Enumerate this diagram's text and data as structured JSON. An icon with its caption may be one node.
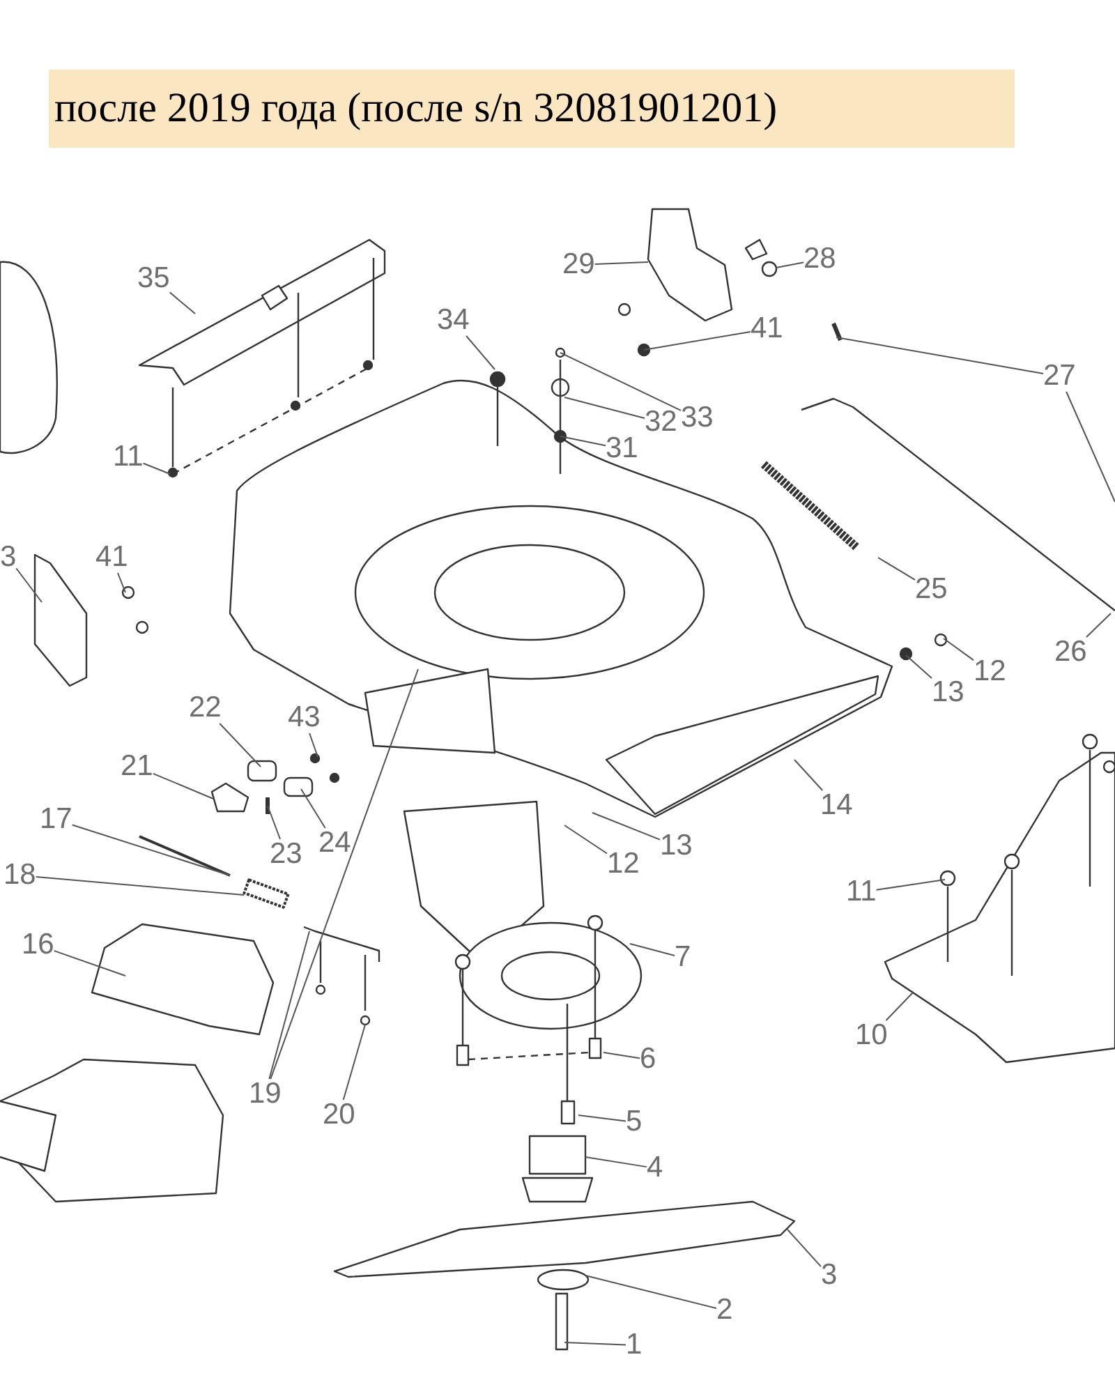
{
  "diagram": {
    "title": "после 2019 года (после s/n 32081901201)",
    "nodes": [
      {
        "text": [
          "35"
        ]
      },
      {
        "text": [
          "29"
        ]
      },
      {
        "text": [
          "28"
        ]
      },
      {
        "text": [
          "34"
        ]
      },
      {
        "text": [
          "41"
        ]
      },
      {
        "text": [
          "27"
        ]
      },
      {
        "text": [
          "33"
        ]
      },
      {
        "text": [
          "32"
        ]
      },
      {
        "text": [
          "11"
        ]
      },
      {
        "text": [
          "31"
        ]
      },
      {
        "text": [
          "3"
        ]
      },
      {
        "text": [
          "41"
        ]
      },
      {
        "text": [
          "25"
        ]
      },
      {
        "text": [
          "26"
        ]
      },
      {
        "text": [
          "12"
        ]
      },
      {
        "text": [
          "13"
        ]
      },
      {
        "text": [
          "22"
        ]
      },
      {
        "text": [
          "43"
        ]
      },
      {
        "text": [
          "21"
        ]
      },
      {
        "text": [
          "14"
        ]
      },
      {
        "text": [
          "17"
        ]
      },
      {
        "text": [
          "24"
        ]
      },
      {
        "text": [
          "13"
        ]
      },
      {
        "text": [
          "23"
        ]
      },
      {
        "text": [
          "12"
        ]
      },
      {
        "text": [
          "18"
        ]
      },
      {
        "text": [
          "11"
        ]
      },
      {
        "text": [
          "16"
        ]
      },
      {
        "text": [
          "7"
        ]
      },
      {
        "text": [
          "10"
        ]
      },
      {
        "text": [
          "6"
        ]
      },
      {
        "text": [
          "19"
        ]
      },
      {
        "text": [
          "20"
        ]
      },
      {
        "text": [
          "5"
        ]
      },
      {
        "text": [
          "4"
        ]
      },
      {
        "text": [
          "3"
        ]
      },
      {
        "text": [
          "2"
        ]
      },
      {
        "text": [
          "1"
        ]
      }
    ],
    "edges": [
      {
        "from": 0,
        "to": null,
        "arrow": "none"
      },
      {
        "from": 1,
        "to": null,
        "arrow": "none"
      },
      {
        "from": 2,
        "to": null,
        "arrow": "none"
      },
      {
        "from": 3,
        "to": null,
        "arrow": "none"
      },
      {
        "from": 4,
        "to": null,
        "arrow": "none"
      },
      {
        "from": 5,
        "to": null,
        "arrow": "none"
      },
      {
        "from": 5,
        "to": null,
        "arrow": "none"
      },
      {
        "from": 6,
        "to": null,
        "arrow": "none"
      },
      {
        "from": 7,
        "to": null,
        "arrow": "none"
      },
      {
        "from": 8,
        "to": null,
        "arrow": "none"
      },
      {
        "from": 9,
        "to": null,
        "arrow": "none"
      },
      {
        "from": 10,
        "to": null,
        "arrow": "none"
      },
      {
        "from": 11,
        "to": null,
        "arrow": "none"
      },
      {
        "from": 12,
        "to": null,
        "arrow": "none"
      },
      {
        "from": 13,
        "to": null,
        "arrow": "none"
      },
      {
        "from": 14,
        "to": null,
        "arrow": "none"
      },
      {
        "from": 15,
        "to": null,
        "arrow": "none"
      },
      {
        "from": 16,
        "to": null,
        "arrow": "none"
      },
      {
        "from": 17,
        "to": null,
        "arrow": "none"
      },
      {
        "from": 18,
        "to": null,
        "arrow": "none"
      },
      {
        "from": 19,
        "to": null,
        "arrow": "none"
      },
      {
        "from": 20,
        "to": null,
        "arrow": "none"
      },
      {
        "from": 21,
        "to": null,
        "arrow": "none"
      },
      {
        "from": 22,
        "to": null,
        "arrow": "none"
      },
      {
        "from": 23,
        "to": null,
        "arrow": "none"
      },
      {
        "from": 24,
        "to": null,
        "arrow": "none"
      },
      {
        "from": 25,
        "to": null,
        "arrow": "none"
      },
      {
        "from": 26,
        "to": null,
        "arrow": "none"
      },
      {
        "from": 27,
        "to": null,
        "arrow": "none"
      },
      {
        "from": 28,
        "to": null,
        "arrow": "none"
      },
      {
        "from": 29,
        "to": null,
        "arrow": "none"
      },
      {
        "from": 30,
        "to": null,
        "arrow": "none"
      },
      {
        "from": 31,
        "to": null,
        "arrow": "none"
      },
      {
        "from": 31,
        "to": null,
        "arrow": "none"
      },
      {
        "from": 32,
        "to": null,
        "arrow": "none"
      },
      {
        "from": 33,
        "to": null,
        "arrow": "none"
      },
      {
        "from": 34,
        "to": null,
        "arrow": "none"
      },
      {
        "from": 35,
        "to": null,
        "arrow": "none"
      },
      {
        "from": 36,
        "to": null,
        "arrow": "none"
      },
      {
        "from": 37,
        "to": null,
        "arrow": "none"
      }
    ]
  }
}
